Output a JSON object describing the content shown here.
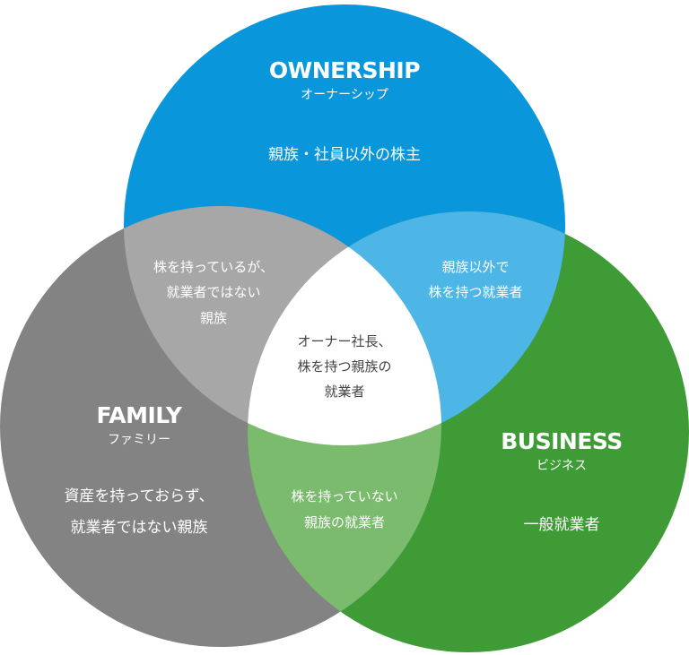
{
  "colors": {
    "ownership": "#0a96da",
    "family": "#838383",
    "business": "#3f9b36",
    "ownership_family": "#a7a7a7",
    "ownership_business": "#4db6e6",
    "family_business": "#7bbb6e",
    "center": "#ffffff"
  },
  "ownership": {
    "title": "OWNERSHIP",
    "kana": "オーナーシップ",
    "desc": "親族・社員以外の株主"
  },
  "family": {
    "title": "FAMILY",
    "kana": "ファミリー",
    "desc": [
      "資産を持っておらず、",
      "就業者ではない親族"
    ]
  },
  "business": {
    "title": "BUSINESS",
    "kana": "ビジネス",
    "desc": "一般就業者"
  },
  "ownership_family": [
    "株を持っているが、",
    "就業者ではない",
    "親族"
  ],
  "ownership_business": [
    "親族以外で",
    "株を持つ就業者"
  ],
  "family_business": [
    "株を持っていない",
    "親族の就業者"
  ],
  "center": [
    "オーナー社長、",
    "株を持つ親族の",
    "就業者"
  ]
}
